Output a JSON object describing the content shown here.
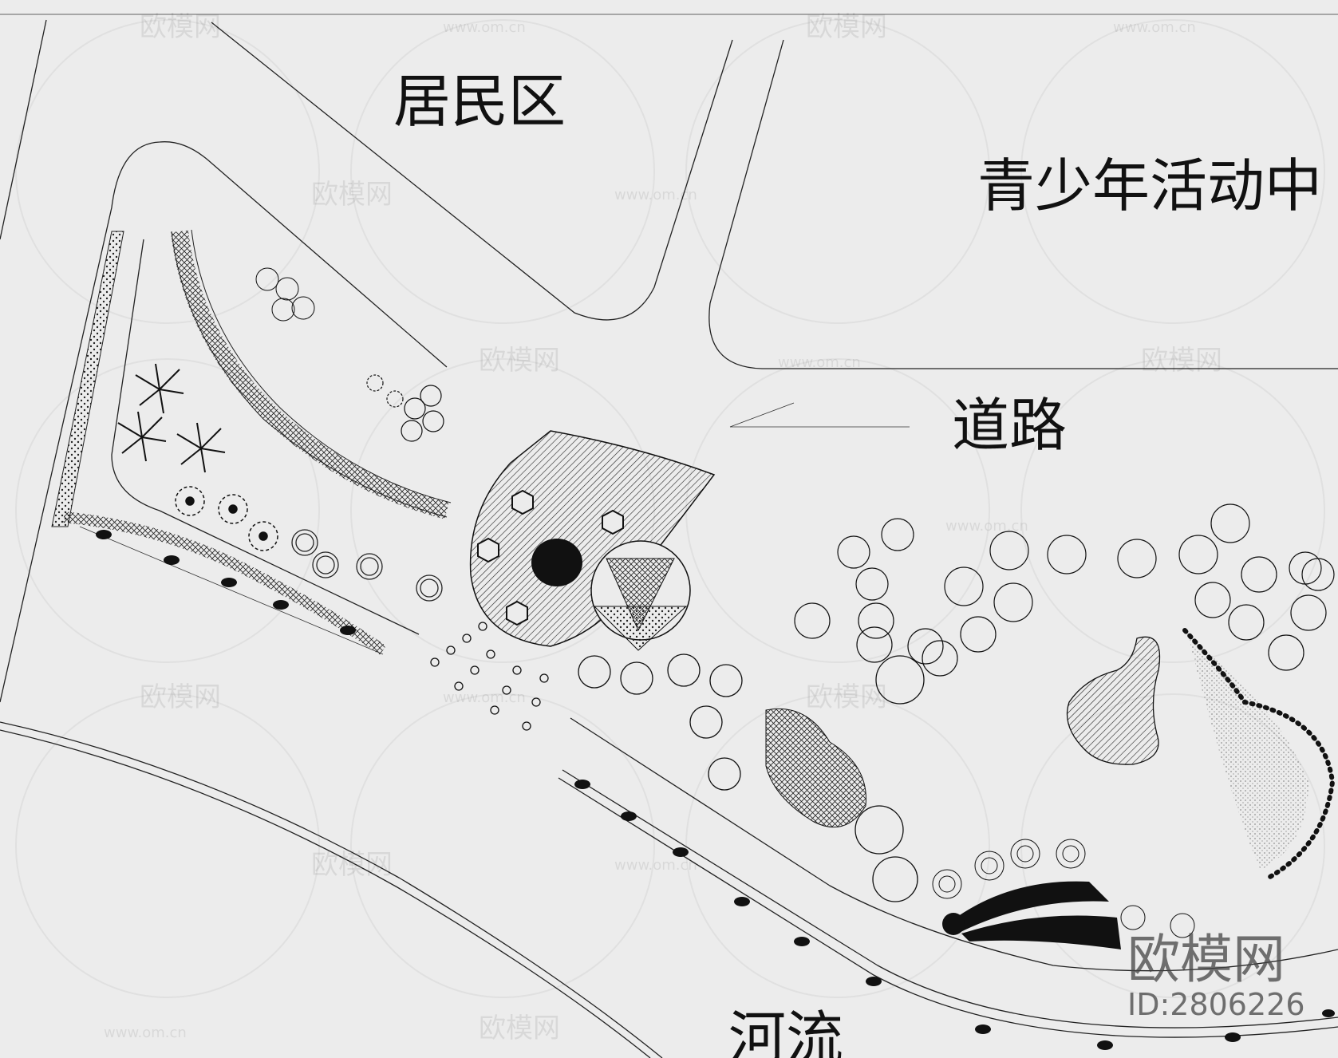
{
  "labels": {
    "residential": "居民区",
    "youth_center": "青少年活动中",
    "road": "道路",
    "river": "河流"
  },
  "watermark": {
    "brand": "欧模网",
    "site": "www.om.cn",
    "id": "ID:2806226"
  },
  "colors": {
    "paper": "#ececec",
    "ink": "#1a1a1a"
  }
}
